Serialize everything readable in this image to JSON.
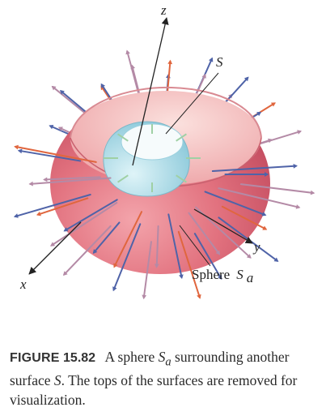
{
  "figure": {
    "axes": {
      "z": "z",
      "y": "y",
      "x": "x"
    },
    "labels": {
      "surface": "S",
      "sphere_prefix": "Sphere",
      "sphere_symbol": "S",
      "sphere_subscript": "a"
    },
    "colors": {
      "sphere_outer": "#e0737f",
      "sphere_inner": "#f3b9ba",
      "surface_s": "#a9dde8",
      "vector_blue": "#4f63a8",
      "vector_mauve": "#b48aa6",
      "vector_orange": "#e0663e",
      "vector_green": "#9fd0a4"
    }
  },
  "caption": {
    "label": "FIGURE",
    "number": "15.82",
    "part1": "A sphere",
    "sym1": "S",
    "sub1": "a",
    "part2": "surrounding another surface",
    "sym2": "S",
    "part3": ". The tops of the surfaces are removed for visualization."
  }
}
